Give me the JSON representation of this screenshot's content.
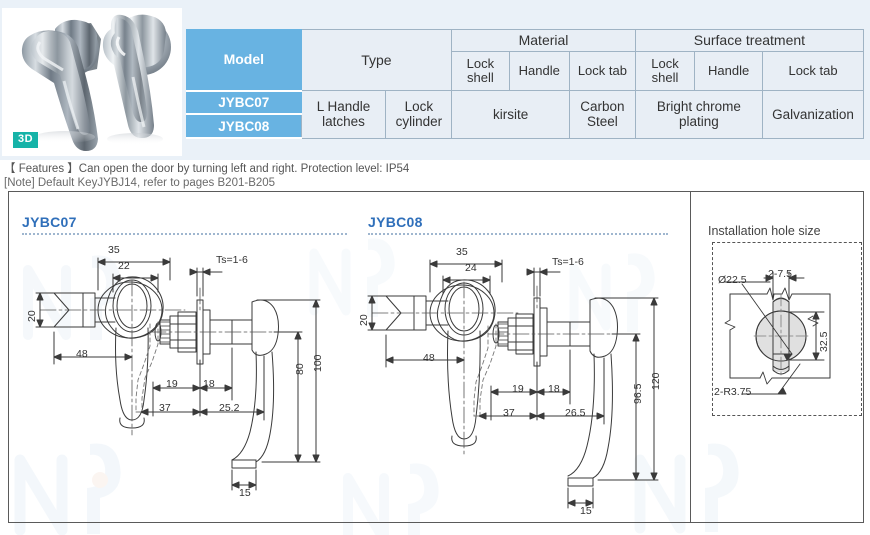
{
  "photo": {
    "badge": "3D",
    "alt_left": "L-handle lock front-left view",
    "alt_right": "L-handle lock front-right view"
  },
  "table": {
    "headers": {
      "model": "Model",
      "type": "Type",
      "material": "Material",
      "surface_treatment": "Surface treatment",
      "material_sub": [
        "Lock shell",
        "Handle",
        "Lock tab"
      ],
      "surface_sub": [
        "Lock shell",
        "Handle",
        "Lock tab"
      ]
    },
    "models": [
      "JYBC07",
      "JYBC08"
    ],
    "values": {
      "type_a": "L Handle latches",
      "type_b": "Lock cylinder",
      "material_lock_shell_handle": "kirsite",
      "material_lock_tab": "Carbon Steel",
      "surface_lock_shell_handle": "Bright chrome plating",
      "surface_lock_tab": "Galvanization"
    },
    "colors": {
      "model_blue": "#68b3e2",
      "cell_bg": "#e8eef5",
      "border": "#9fb3c4"
    }
  },
  "features": {
    "line1": "【 Features 】Can open the door by turning left and right. Protection level: IP54",
    "line2": "[Note] Default KeyJYBJ14, refer to pages B201-B205"
  },
  "drawings": {
    "left": {
      "title": "JYBC07",
      "dims": {
        "top_outer": "35",
        "top_inner": "22",
        "left_vertical": "20",
        "length": "48",
        "ts": "Ts=1-6",
        "d19": "19",
        "d18": "18",
        "d37": "37",
        "d25_2": "25.2",
        "h80": "80",
        "h100": "100",
        "base15": "15"
      }
    },
    "right": {
      "title": "JYBC08",
      "dims": {
        "top_outer": "35",
        "top_inner": "24",
        "left_vertical": "20",
        "length": "48",
        "ts": "Ts=1-6",
        "d19": "19",
        "d18": "18",
        "d37": "37",
        "d26_5": "26.5",
        "h96_5": "96.5",
        "h120": "120",
        "base15": "15"
      }
    },
    "installation": {
      "title": "Installation hole size",
      "dims": {
        "diameter": "Ø22.5",
        "slot": "2-7.5",
        "height": "32.5",
        "radius": "2-R3.75"
      }
    }
  }
}
